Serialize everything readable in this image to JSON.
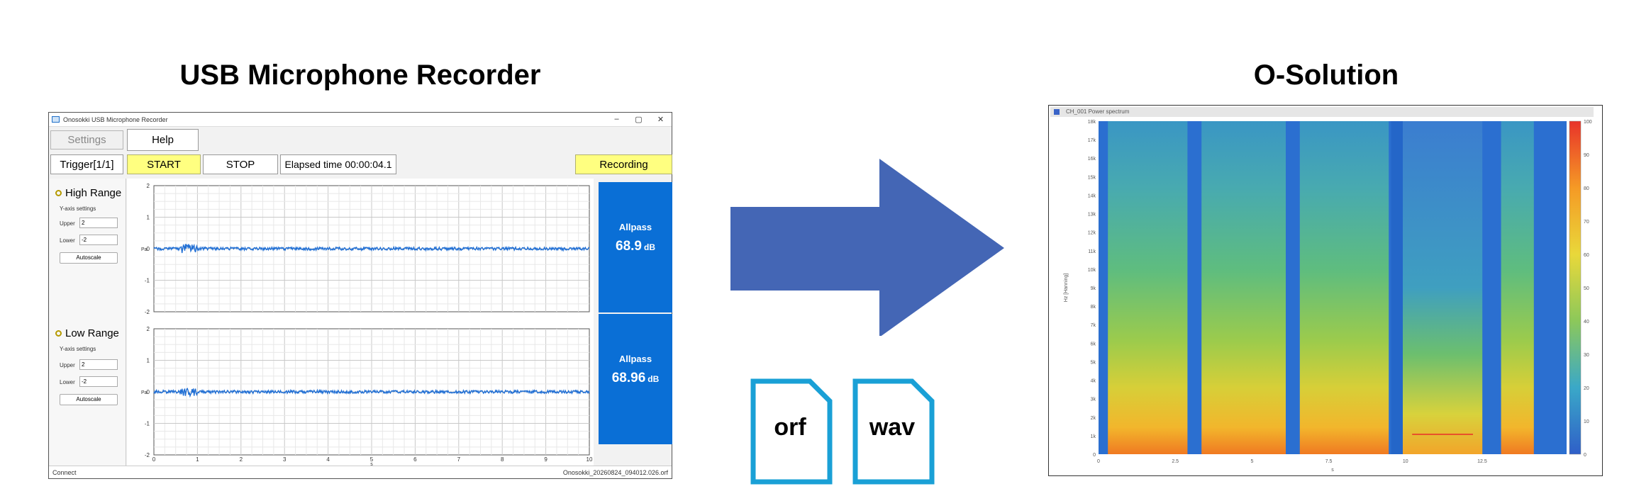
{
  "left_heading": "USB Microphone Recorder",
  "right_heading": "O-Solution",
  "recorder": {
    "window_title": "Onosokki USB Microphone Recorder",
    "window_controls": {
      "minimize": "–",
      "maximize": "▢",
      "close": "✕"
    },
    "toolbar": {
      "settings": "Settings",
      "help": "Help",
      "trigger": "Trigger[1/1]",
      "start": "START",
      "stop": "STOP",
      "elapsed": "Elapsed time  00:00:04.1",
      "status": "Recording"
    },
    "high_range": {
      "title": "High Range",
      "yaxis_settings": "Y-axis settings",
      "upper_label": "Upper",
      "upper_value": "2",
      "lower_label": "Lower",
      "lower_value": "-2",
      "autoscale": "Autoscale"
    },
    "low_range": {
      "title": "Low Range",
      "yaxis_settings": "Y-axis settings",
      "upper_label": "Upper",
      "upper_value": "2",
      "lower_label": "Lower",
      "lower_value": "-2",
      "autoscale": "Autoscale"
    },
    "plots": {
      "y_ticks": [
        "2",
        "1",
        "0",
        "-1",
        "-2"
      ],
      "x_ticks": [
        "0",
        "1",
        "2",
        "3",
        "4",
        "5",
        "6",
        "7",
        "8",
        "9",
        "10"
      ],
      "ylabel": "Pa",
      "xlabel": "s",
      "line_color": "#1f6ed4"
    },
    "meters": [
      {
        "label": "Allpass",
        "value": "68.9",
        "unit": "dB"
      },
      {
        "label": "Allpass",
        "value": "68.96",
        "unit": "dB"
      }
    ],
    "status_left": "Connect",
    "status_right": "Onosokki_20260824_094012.026.orf"
  },
  "files": {
    "orf": "orf",
    "wav": "wav",
    "icon_color": "#1aa0d6"
  },
  "arrow_color": "#4466b5",
  "osolution": {
    "window_title": "CH_001 Power spectrum",
    "y_ticks": [
      "18k",
      "17k",
      "16k",
      "15k",
      "14k",
      "13k",
      "12k",
      "11k",
      "10k",
      "9k",
      "8k",
      "7k",
      "6k",
      "5k",
      "4k",
      "3k",
      "2k",
      "1k",
      "0"
    ],
    "x_ticks": [
      "0",
      "2.5",
      "5",
      "7.5",
      "10",
      "12.5"
    ],
    "ylabel": "Hz [Hanning]",
    "xlabel": "s",
    "colorbar_ticks": [
      "100",
      "90",
      "80",
      "70",
      "60",
      "50",
      "40",
      "30",
      "20",
      "10",
      "0"
    ]
  }
}
